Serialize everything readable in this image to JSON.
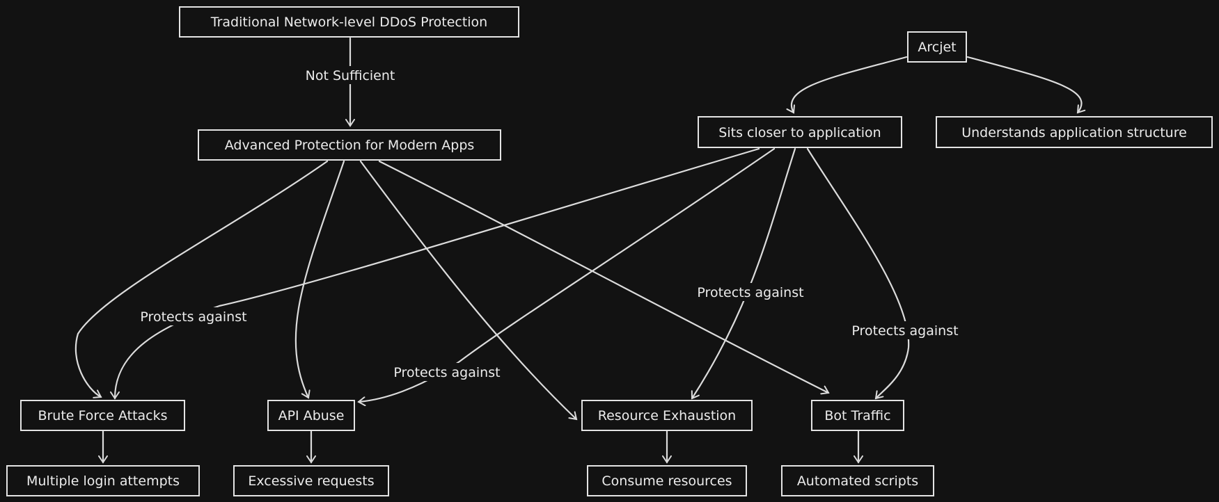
{
  "nodes": {
    "traditional": "Traditional Network-level DDoS Protection",
    "advanced": "Advanced Protection for Modern Apps",
    "arcjet": "Arcjet",
    "closer": "Sits closer to application",
    "understands": "Understands application structure",
    "brute": "Brute Force Attacks",
    "api": "API Abuse",
    "resource": "Resource Exhaustion",
    "bot": "Bot Traffic",
    "login": "Multiple login attempts",
    "requests": "Excessive requests",
    "consume": "Consume resources",
    "scripts": "Automated scripts"
  },
  "edge_labels": {
    "not_sufficient": "Not Sufficient",
    "protects_brute": "Protects against",
    "protects_api": "Protects against",
    "protects_resource": "Protects against",
    "protects_bot": "Protects against"
  },
  "colors": {
    "background": "#121212",
    "stroke": "#e4e4e4",
    "text": "#ececec"
  }
}
